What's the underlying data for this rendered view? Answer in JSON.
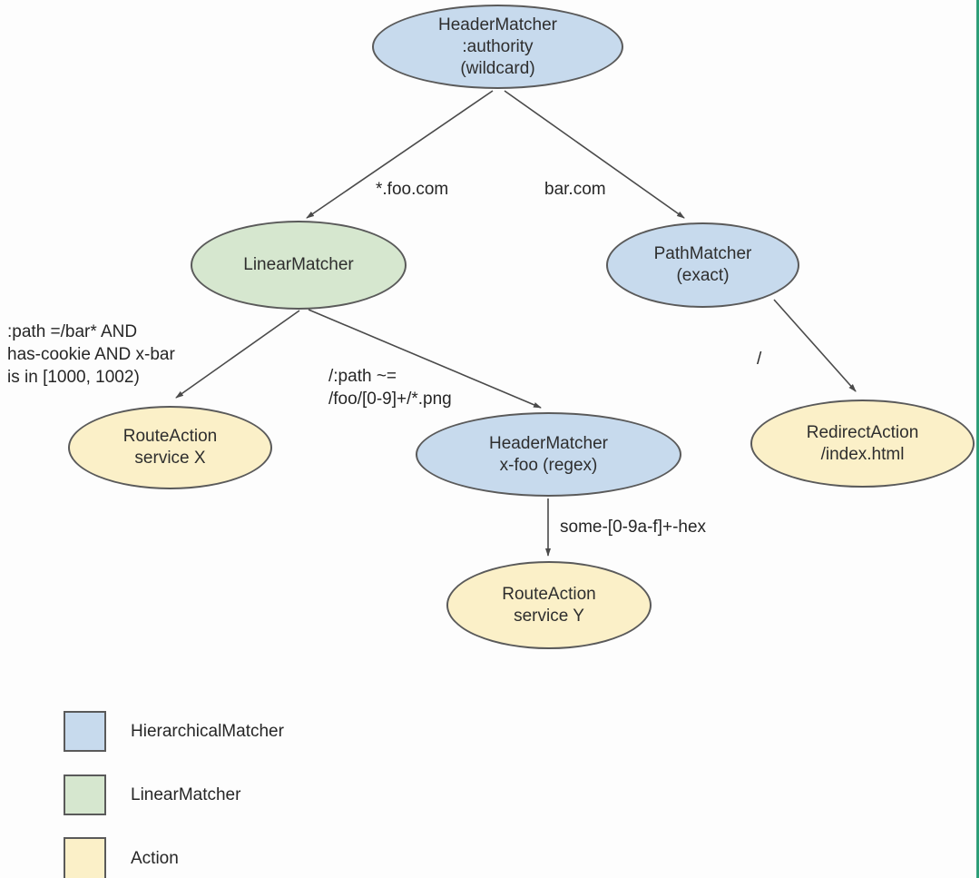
{
  "colors": {
    "blue": "#c7daed",
    "green": "#d6e7cf",
    "yellow": "#fbf0c8",
    "edge_stroke": "#4a4a4a",
    "right_edge_strip": "#2e9e78"
  },
  "diagram": {
    "nodes": {
      "header_authority": {
        "label": "HeaderMatcher\n:authority\n(wildcard)",
        "type": "HierarchicalMatcher"
      },
      "linear": {
        "label": "LinearMatcher",
        "type": "LinearMatcher"
      },
      "path": {
        "label": "PathMatcher\n(exact)",
        "type": "HierarchicalMatcher"
      },
      "route_x": {
        "label": "RouteAction\nservice X",
        "type": "Action"
      },
      "header_xfoo": {
        "label": "HeaderMatcher\nx-foo (regex)",
        "type": "HierarchicalMatcher"
      },
      "redirect": {
        "label": "RedirectAction\n/index.html",
        "type": "Action"
      },
      "route_y": {
        "label": "RouteAction\nservice Y",
        "type": "Action"
      }
    },
    "edge_labels": {
      "foo_com": "*.foo.com",
      "bar_com": "bar.com",
      "path_bar": ":path =/bar* AND\nhas-cookie AND x-bar\nis in [1000, 1002)",
      "path_png": "/:path ~=\n/foo/[0-9]+/*.png",
      "slash": "/",
      "some_hex": "some-[0-9a-f]+-hex"
    }
  },
  "legend": {
    "items": [
      {
        "label": "HierarchicalMatcher",
        "color_key": "blue"
      },
      {
        "label": "LinearMatcher",
        "color_key": "green"
      },
      {
        "label": "Action",
        "color_key": "yellow"
      }
    ]
  }
}
